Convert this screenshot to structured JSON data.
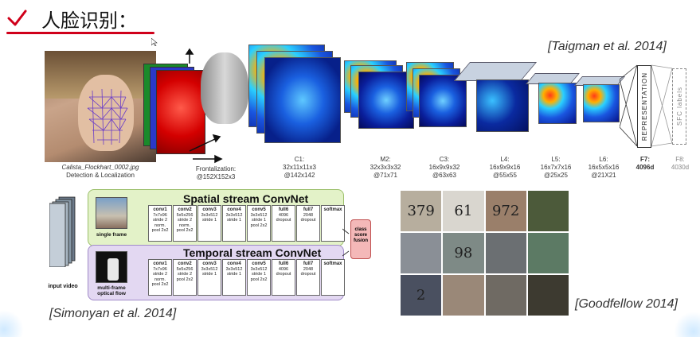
{
  "header": {
    "title": "人脸识别："
  },
  "citations": {
    "taigman": "[Taigman et al. 2014]",
    "simonyan": "[Simonyan et al. 2014]",
    "goodfellow": "[Goodfellow 2014]"
  },
  "face_pipeline": {
    "photo_caption_file": "Calista_Flockhart_0002.jpg",
    "photo_caption_step": "Detection & Localization",
    "frontalization_label": "Frontalization:",
    "frontalization_size": "@152X152x3",
    "layers": [
      {
        "name": "C1:",
        "dims": "32x11x11x3",
        "size": "@142x142"
      },
      {
        "name": "M2:",
        "dims": "32x3x3x32",
        "size": "@71x71"
      },
      {
        "name": "C3:",
        "dims": "16x9x9x32",
        "size": "@63x63"
      },
      {
        "name": "L4:",
        "dims": "16x9x9x16",
        "size": "@55x55"
      },
      {
        "name": "L5:",
        "dims": "16x7x7x16",
        "size": "@25x25"
      },
      {
        "name": "L6:",
        "dims": "16x5x5x16",
        "size": "@21X21"
      }
    ],
    "f7_name": "F7:",
    "f7_size": "4096d",
    "f8_name": "F8:",
    "f8_size": "4030d",
    "representation_label": "REPRESENTATION",
    "sfc_label": "SFC labels"
  },
  "two_stream": {
    "spatial_title": "Spatial stream ConvNet",
    "temporal_title": "Temporal stream ConvNet",
    "input_label": "input video",
    "single_frame_label": "single frame",
    "optical_flow_label": "multi-frame optical flow",
    "fusion_label": "class score fusion",
    "spatial_layers": [
      {
        "name": "conv1",
        "l1": "7x7x96",
        "l2": "stride 2",
        "l3": "norm.",
        "l4": "pool 2x2"
      },
      {
        "name": "conv2",
        "l1": "5x5x256",
        "l2": "stride 2",
        "l3": "norm.",
        "l4": "pool 2x2"
      },
      {
        "name": "conv3",
        "l1": "3x3x512",
        "l2": "stride 1",
        "l3": "",
        "l4": ""
      },
      {
        "name": "conv4",
        "l1": "3x3x512",
        "l2": "stride 1",
        "l3": "",
        "l4": ""
      },
      {
        "name": "conv5",
        "l1": "3x3x512",
        "l2": "stride 1",
        "l3": "pool 2x2",
        "l4": ""
      },
      {
        "name": "full6",
        "l1": "4096",
        "l2": "dropout",
        "l3": "",
        "l4": ""
      },
      {
        "name": "full7",
        "l1": "2048",
        "l2": "dropout",
        "l3": "",
        "l4": ""
      },
      {
        "name": "softmax",
        "l1": "",
        "l2": "",
        "l3": "",
        "l4": ""
      }
    ],
    "temporal_layers": [
      {
        "name": "conv1",
        "l1": "7x7x96",
        "l2": "stride 2",
        "l3": "norm.",
        "l4": "pool 2x2"
      },
      {
        "name": "conv2",
        "l1": "5x5x256",
        "l2": "stride 2",
        "l3": "pool 2x2",
        "l4": ""
      },
      {
        "name": "conv3",
        "l1": "3x3x512",
        "l2": "stride 1",
        "l3": "",
        "l4": ""
      },
      {
        "name": "conv4",
        "l1": "3x3x512",
        "l2": "stride 1",
        "l3": "",
        "l4": ""
      },
      {
        "name": "conv5",
        "l1": "3x3x512",
        "l2": "stride 1",
        "l3": "pool 2x2",
        "l4": ""
      },
      {
        "name": "full6",
        "l1": "4096",
        "l2": "dropout",
        "l3": "",
        "l4": ""
      },
      {
        "name": "full7",
        "l1": "2048",
        "l2": "dropout",
        "l3": "",
        "l4": ""
      },
      {
        "name": "softmax",
        "l1": "",
        "l2": "",
        "l3": "",
        "l4": ""
      }
    ]
  },
  "house_numbers": [
    {
      "text": "379",
      "bg": "#b7ae9e"
    },
    {
      "text": "61",
      "bg": "#d9d6cf"
    },
    {
      "text": "972",
      "bg": "#9a7f6a"
    },
    {
      "text": "",
      "bg": "#4c5a3a"
    },
    {
      "text": "",
      "bg": "#8a8f96"
    },
    {
      "text": "98",
      "bg": "#7e8a86"
    },
    {
      "text": "",
      "bg": "#6b6f72"
    },
    {
      "text": "",
      "bg": "#5c7a64"
    },
    {
      "text": "2",
      "bg": "#4a5060"
    },
    {
      "text": "",
      "bg": "#9a8878"
    },
    {
      "text": "",
      "bg": "#6f6a63"
    },
    {
      "text": "",
      "bg": "#3d3a30"
    }
  ],
  "colors": {
    "accent_red": "#d0001a",
    "spatial_bg": "#e3f2c8",
    "temporal_bg": "#e3d8f2"
  }
}
